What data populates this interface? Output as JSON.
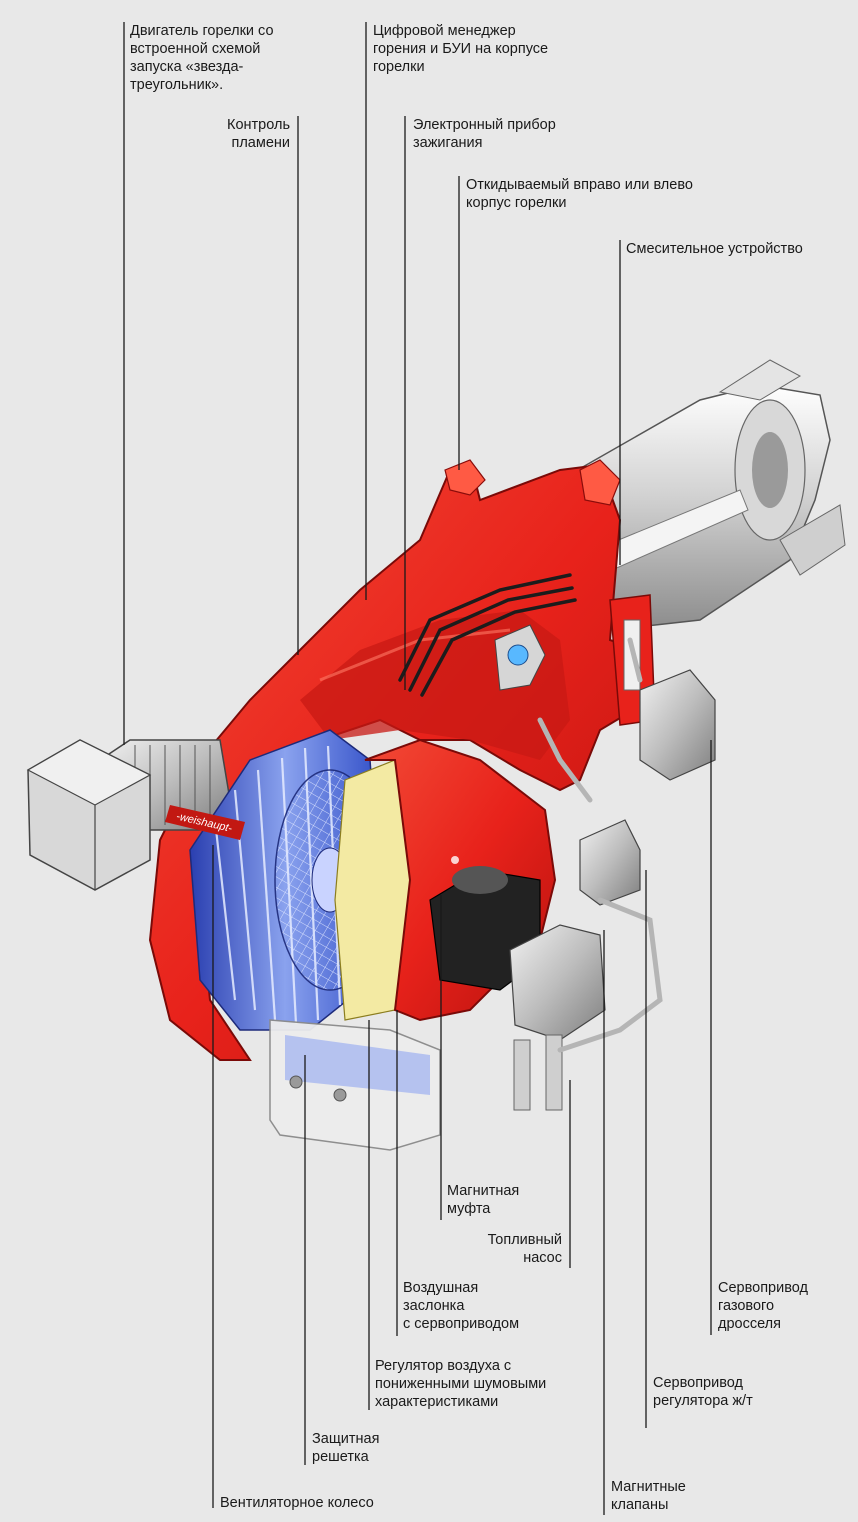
{
  "labels": {
    "burner_motor": "Двигатель горелки со\nвстроенной схемой\nзапуска «звезда-\nтреугольник».",
    "digital_manager": "Цифровой менеджер\nгорения и БУИ на корпусе\nгорелки",
    "flame_control": "Контроль\nпламени",
    "ignition_unit": "Электронный прибор\nзажигания",
    "hinged_housing": "Откидываемый вправо или влево\nкорпус горелки",
    "mixing_device": "Смесительное устройство",
    "magnetic_coupling": "Магнитная\nмуфта",
    "fuel_pump": "Топливный\nнасос",
    "air_damper": "Воздушная\nзаслонка\nс сервоприводом",
    "gas_damper_servo": "Сервопривод\nгазового\nдросселя",
    "air_regulator": "Регулятор воздуха с\nпониженными шумовыми\nхарактеристиками",
    "oil_regulator_servo": "Сервопривод\nрегулятора ж/т",
    "protective_grille": "Защитная\nрешетка",
    "solenoid_valves": "Магнитные\nклапаны",
    "fan_wheel": "Вентиляторное колесо"
  },
  "brand_logo": "-weishaupt-",
  "colors": {
    "background": "#e8e8e8",
    "housing_red": "#e8221b",
    "leader_line": "#1a1a1a"
  }
}
